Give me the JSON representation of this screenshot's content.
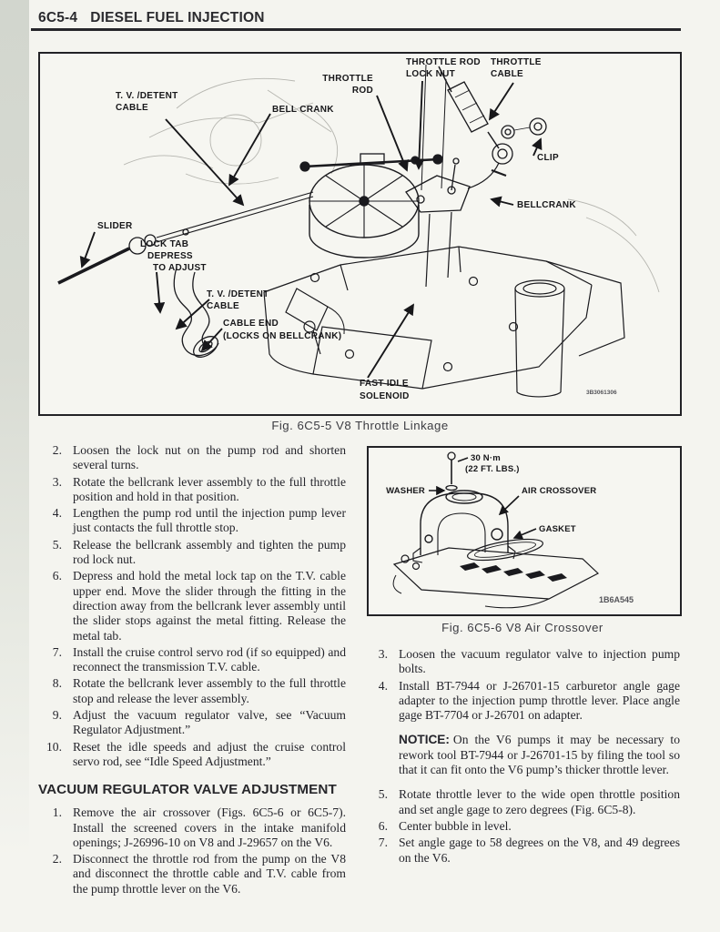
{
  "page": {
    "header_num": "6C5-4",
    "header_title": "DIESEL FUEL INJECTION"
  },
  "fig1": {
    "caption": "Fig. 6C5-5 V8 Throttle Linkage",
    "part_number": "3B3061306",
    "labels": {
      "tv_detent_upper": [
        "T. V. /DETENT",
        "CABLE"
      ],
      "bell_crank": "BELL CRANK",
      "throttle_rod": [
        "THROTTLE",
        "ROD"
      ],
      "throttle_rod_lock_nut": [
        "THROTTLE ROD",
        "LOCK NUT"
      ],
      "throttle_cable": [
        "THROTTLE",
        "CABLE"
      ],
      "clip": "CLIP",
      "bellcrank": "BELLCRANK",
      "slider": "SLIDER",
      "lock_tab": [
        "LOCK TAB",
        "DEPRESS",
        "TO ADJUST"
      ],
      "tv_detent_lower": [
        "T. V. /DETENT",
        "CABLE"
      ],
      "cable_end": [
        "CABLE END",
        "(LOCKS ON BELLCRANK)"
      ],
      "fast_idle_solenoid": [
        "FAST IDLE",
        "SOLENOID"
      ]
    }
  },
  "left_column": {
    "steps": [
      {
        "num": "2.",
        "text": "Loosen the lock nut on the pump rod and shorten several turns."
      },
      {
        "num": "3.",
        "text": "Rotate the bellcrank lever assembly to the full throttle position and hold in that position."
      },
      {
        "num": "4.",
        "text": "Lengthen the pump rod until the injection pump lever just contacts the full throttle stop."
      },
      {
        "num": "5.",
        "text": "Release the bellcrank assembly and tighten the pump rod lock nut."
      },
      {
        "num": "6.",
        "text": "Depress and hold the metal lock tap on the T.V. cable upper end. Move the slider through the fitting in the direction away from the bellcrank lever assembly until the slider stops against the metal fitting. Release the metal tab."
      },
      {
        "num": "7.",
        "text": "Install the cruise control servo rod (if so equipped) and reconnect the transmission T.V. cable."
      },
      {
        "num": "8.",
        "text": "Rotate the bellcrank lever assembly to the full throttle stop and release the lever assembly."
      },
      {
        "num": "9.",
        "text": "Adjust the vacuum regulator valve, see “Vacuum Regulator Adjustment.”"
      },
      {
        "num": "10.",
        "text": "Reset the idle speeds and adjust the cruise control servo rod, see “Idle Speed Adjustment.”"
      }
    ],
    "section_heading": "VACUUM REGULATOR VALVE ADJUSTMENT",
    "section_steps": [
      {
        "num": "1.",
        "text": "Remove the air crossover (Figs. 6C5-6 or 6C5-7). Install the screened covers in the intake manifold openings; J-26996-10 on V8 and J-29657 on the V6."
      },
      {
        "num": "2.",
        "text": "Disconnect the throttle rod from the pump on the V8 and disconnect the throttle cable and T.V. cable from the pump throttle lever on the V6."
      }
    ]
  },
  "fig2": {
    "caption": "Fig. 6C5-6 V8 Air Crossover",
    "part_number": "1B6A545",
    "labels": {
      "torque": [
        "30 N·m",
        "(22 FT.  LBS.)"
      ],
      "washer": "WASHER",
      "air_crossover": "AIR CROSSOVER",
      "gasket": "GASKET"
    }
  },
  "right_column": {
    "steps": [
      {
        "num": "3.",
        "text": "Loosen the vacuum regulator valve to injection pump bolts."
      },
      {
        "num": "4.",
        "text": "Install BT-7944 or J-26701-15 carburetor angle gage adapter to the injection pump throttle lever. Place angle gage BT-7704 or J-26701 on adapter."
      }
    ],
    "notice_label": "NOTICE:",
    "notice_text": "On the V6 pumps it may be necessary to rework tool BT-7944 or J-26701-15 by filing the tool so that it can fit onto the V6 pump’s thicker throttle lever.",
    "steps2": [
      {
        "num": "5.",
        "text": "Rotate throttle lever to the wide open throttle position and set angle gage to zero degrees (Fig. 6C5-8)."
      },
      {
        "num": "6.",
        "text": "Center bubble in level."
      },
      {
        "num": "7.",
        "text": "Set angle gage to 58 degrees on the V8, and 49 degrees on the V6."
      }
    ]
  }
}
